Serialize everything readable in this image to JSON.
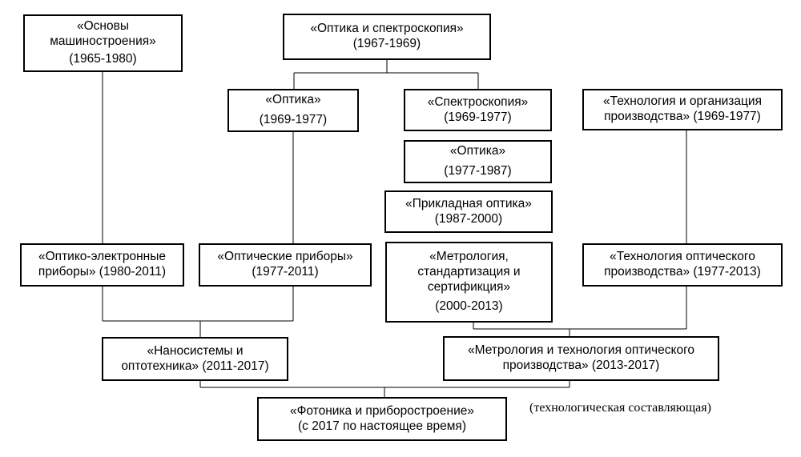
{
  "nodes": {
    "osnovy": {
      "line1": "«Основы",
      "line2": "машиностроения»",
      "line3": "(1965-1980)"
    },
    "optika_spektr": {
      "line1": "«Оптика и спектроскопия»",
      "line2": "(1967-1969)"
    },
    "optika_1969": {
      "line1": "«Оптика»",
      "line2": "(1969-1977)"
    },
    "spektroskopiya": {
      "line1": "«Спектроскопия»",
      "line2": "(1969-1977)"
    },
    "tekhnologiya_org": {
      "line1": "«Технология и организация",
      "line2": "производства» (1969-1977)"
    },
    "optika_1977": {
      "line1": "«Оптика»",
      "line2": "(1977-1987)"
    },
    "prikladnaya": {
      "line1": "«Прикладная оптика»",
      "line2": "(1987-2000)"
    },
    "optiko_elektron": {
      "line1": "«Оптико-электронные",
      "line2": "приборы» (1980-2011)"
    },
    "opticheskie_pribory": {
      "line1": "«Оптические приборы»",
      "line2": "(1977-2011)"
    },
    "metrologiya_std": {
      "line1": "«Метрология,",
      "line2": "стандартизация и",
      "line3": "сертификция»",
      "line4": "(2000-2013)"
    },
    "tekhnologiya_opt": {
      "line1": "«Технология оптического",
      "line2": "производства» (1977-2013)"
    },
    "nanosistemy": {
      "line1": "«Наносистемы и",
      "line2": "оптотехника» (2011-2017)"
    },
    "metrologiya_tekh": {
      "line1": "«Метрология и технология оптического",
      "line2": "производства» (2013-2017)"
    },
    "fotonika": {
      "line1": "«Фотоника и приборостроение»",
      "line2": "(с 2017 по настоящее время)"
    }
  },
  "annotation": "(технологическая составляющая)"
}
